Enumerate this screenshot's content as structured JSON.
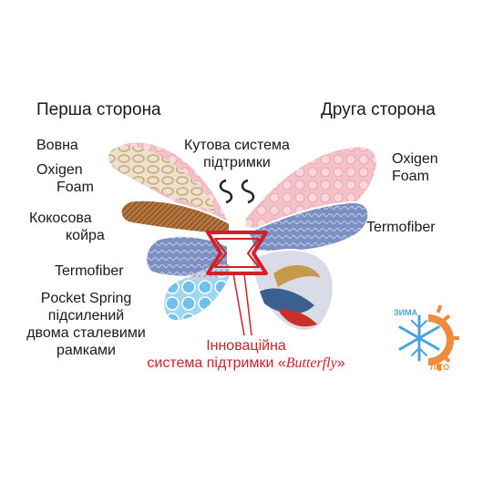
{
  "headings": {
    "left": "Перша сторона",
    "right": "Друга сторона"
  },
  "left_labels": {
    "wool": "Вовна",
    "oxigen_line1": "Oxigen",
    "oxigen_line2": "Foam",
    "coconut_line1": "Кокосова",
    "coconut_line2": "койра",
    "termofiber": "Termofiber",
    "pocket_line1": "Pocket Spring",
    "pocket_line2": "підсилений",
    "pocket_line3": "двома сталевими",
    "pocket_line4": "рамками"
  },
  "center_label": {
    "line1": "Кутова система",
    "line2": "підтримки"
  },
  "right_labels": {
    "oxigen_line1": "Oxigen",
    "oxigen_line2": "Foam",
    "termofiber": "Termofiber"
  },
  "innovation": {
    "line1": "Інноваційна",
    "line2_prefix": "система підтримки «",
    "line2_brand": "Butterfly",
    "line2_suffix": "»"
  },
  "season_badge": {
    "winter": "ЗИМА",
    "summer": "ЛІТО"
  },
  "colors": {
    "accent_red": "#d0202a",
    "badge_blue": "#4aa3df",
    "badge_orange": "#f08a3c",
    "foam_pink": "#f4c6cc",
    "coconut_brown": "#b5773f",
    "termofiber_blue": "#6d83b8",
    "spring_cyan": "#7fc7ec"
  }
}
